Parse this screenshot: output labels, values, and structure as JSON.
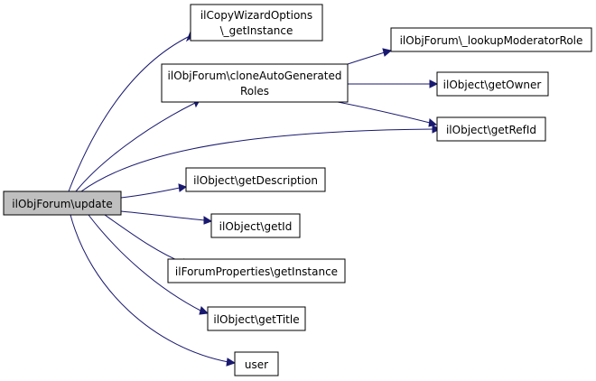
{
  "graph": {
    "nodes": {
      "update": {
        "lines": [
          "ilObjForum\\update"
        ]
      },
      "copy_wizard": {
        "lines": [
          "ilCopyWizardOptions",
          "\\_getInstance"
        ]
      },
      "clone_roles": {
        "lines": [
          "ilObjForum\\cloneAutoGenerated",
          "Roles"
        ]
      },
      "lookup_moderator": {
        "lines": [
          "ilObjForum\\_lookupModeratorRole"
        ]
      },
      "get_owner": {
        "lines": [
          "ilObject\\getOwner"
        ]
      },
      "get_ref_id": {
        "lines": [
          "ilObject\\getRefId"
        ]
      },
      "get_description": {
        "lines": [
          "ilObject\\getDescription"
        ]
      },
      "get_id": {
        "lines": [
          "ilObject\\getId"
        ]
      },
      "forum_properties": {
        "lines": [
          "ilForumProperties\\getInstance"
        ]
      },
      "get_title": {
        "lines": [
          "ilObject\\getTitle"
        ]
      },
      "user": {
        "lines": [
          "user"
        ]
      }
    },
    "edges": [
      {
        "from": "update",
        "to": "copy_wizard"
      },
      {
        "from": "update",
        "to": "clone_roles"
      },
      {
        "from": "update",
        "to": "get_ref_id"
      },
      {
        "from": "update",
        "to": "get_description"
      },
      {
        "from": "update",
        "to": "get_id"
      },
      {
        "from": "update",
        "to": "forum_properties"
      },
      {
        "from": "update",
        "to": "get_title"
      },
      {
        "from": "update",
        "to": "user"
      },
      {
        "from": "clone_roles",
        "to": "lookup_moderator"
      },
      {
        "from": "clone_roles",
        "to": "get_owner"
      },
      {
        "from": "clone_roles",
        "to": "get_ref_id"
      }
    ],
    "colors": {
      "edge": "#191970",
      "node_border": "#000000",
      "node_fill": "#ffffff",
      "root_fill": "#bfbfbf"
    }
  }
}
